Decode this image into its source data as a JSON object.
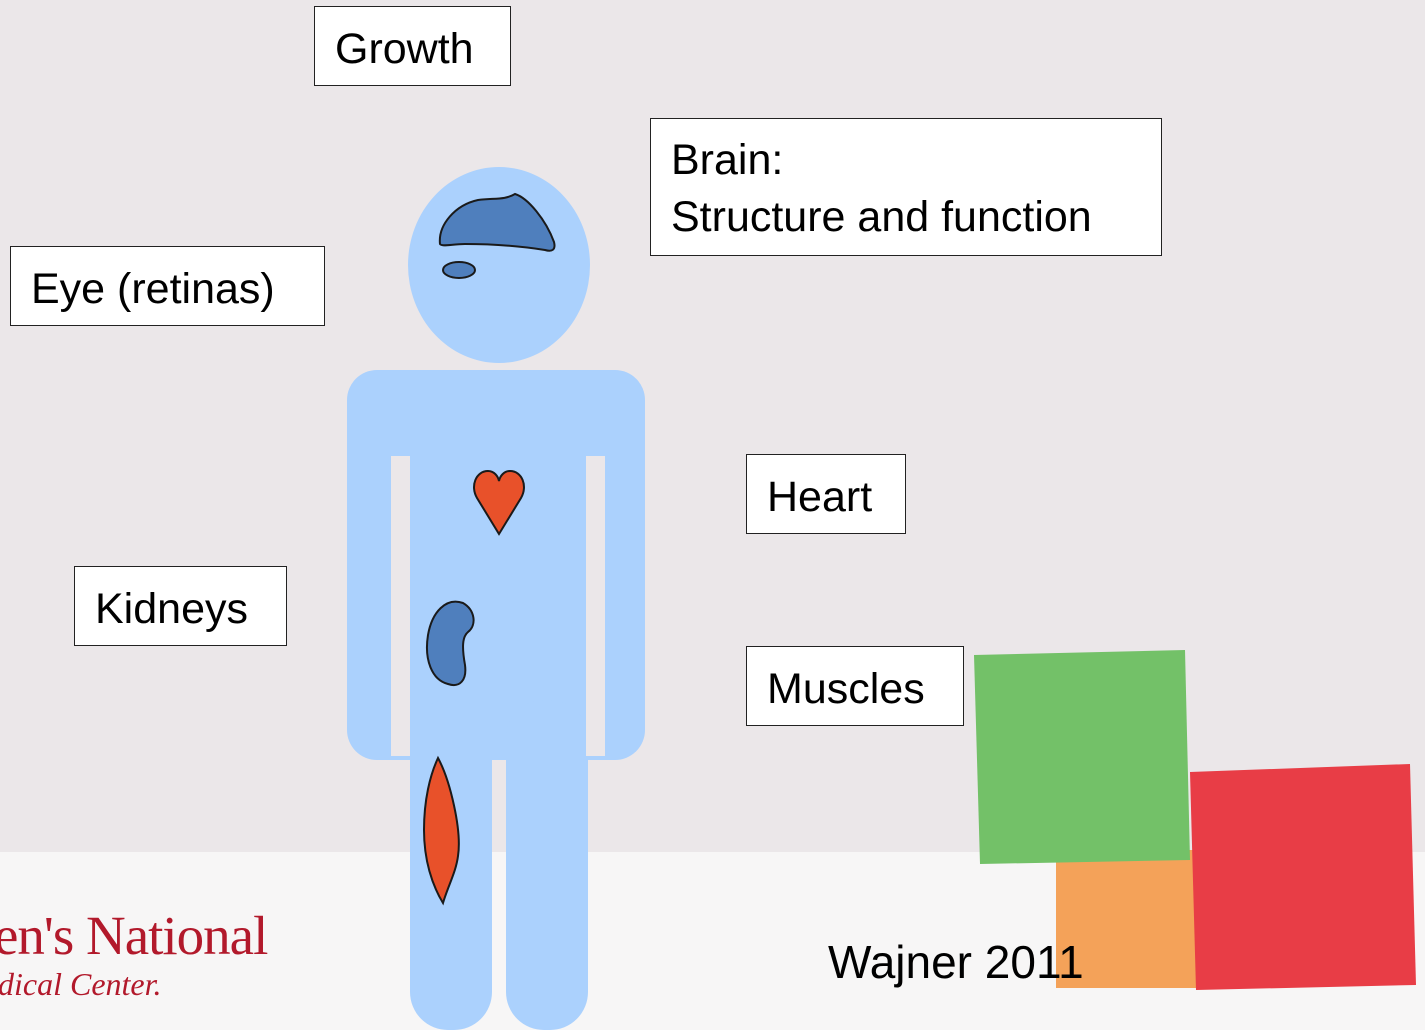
{
  "labels": {
    "growth": "Growth",
    "brain_line1": "Brain:",
    "brain_line2": "Structure and function",
    "eye": "Eye (retinas)",
    "heart": "Heart",
    "kidneys": "Kidneys",
    "muscles": "Muscles"
  },
  "logo": {
    "name": "en's National",
    "subtitle": "dical Center."
  },
  "citation": "Wajner 2011",
  "colors": {
    "background": "#ebe7e9",
    "body": "#abd1fd",
    "organ_blue": "#4f7fbd",
    "organ_red": "#e8512a",
    "square_green": "#73c168",
    "square_orange": "#f4a259",
    "square_red": "#e83d46",
    "logo_red": "#b2192b"
  },
  "icons": [
    "human-body-icon",
    "brain-icon",
    "eye-icon",
    "heart-icon",
    "kidney-icon",
    "muscle-icon"
  ]
}
